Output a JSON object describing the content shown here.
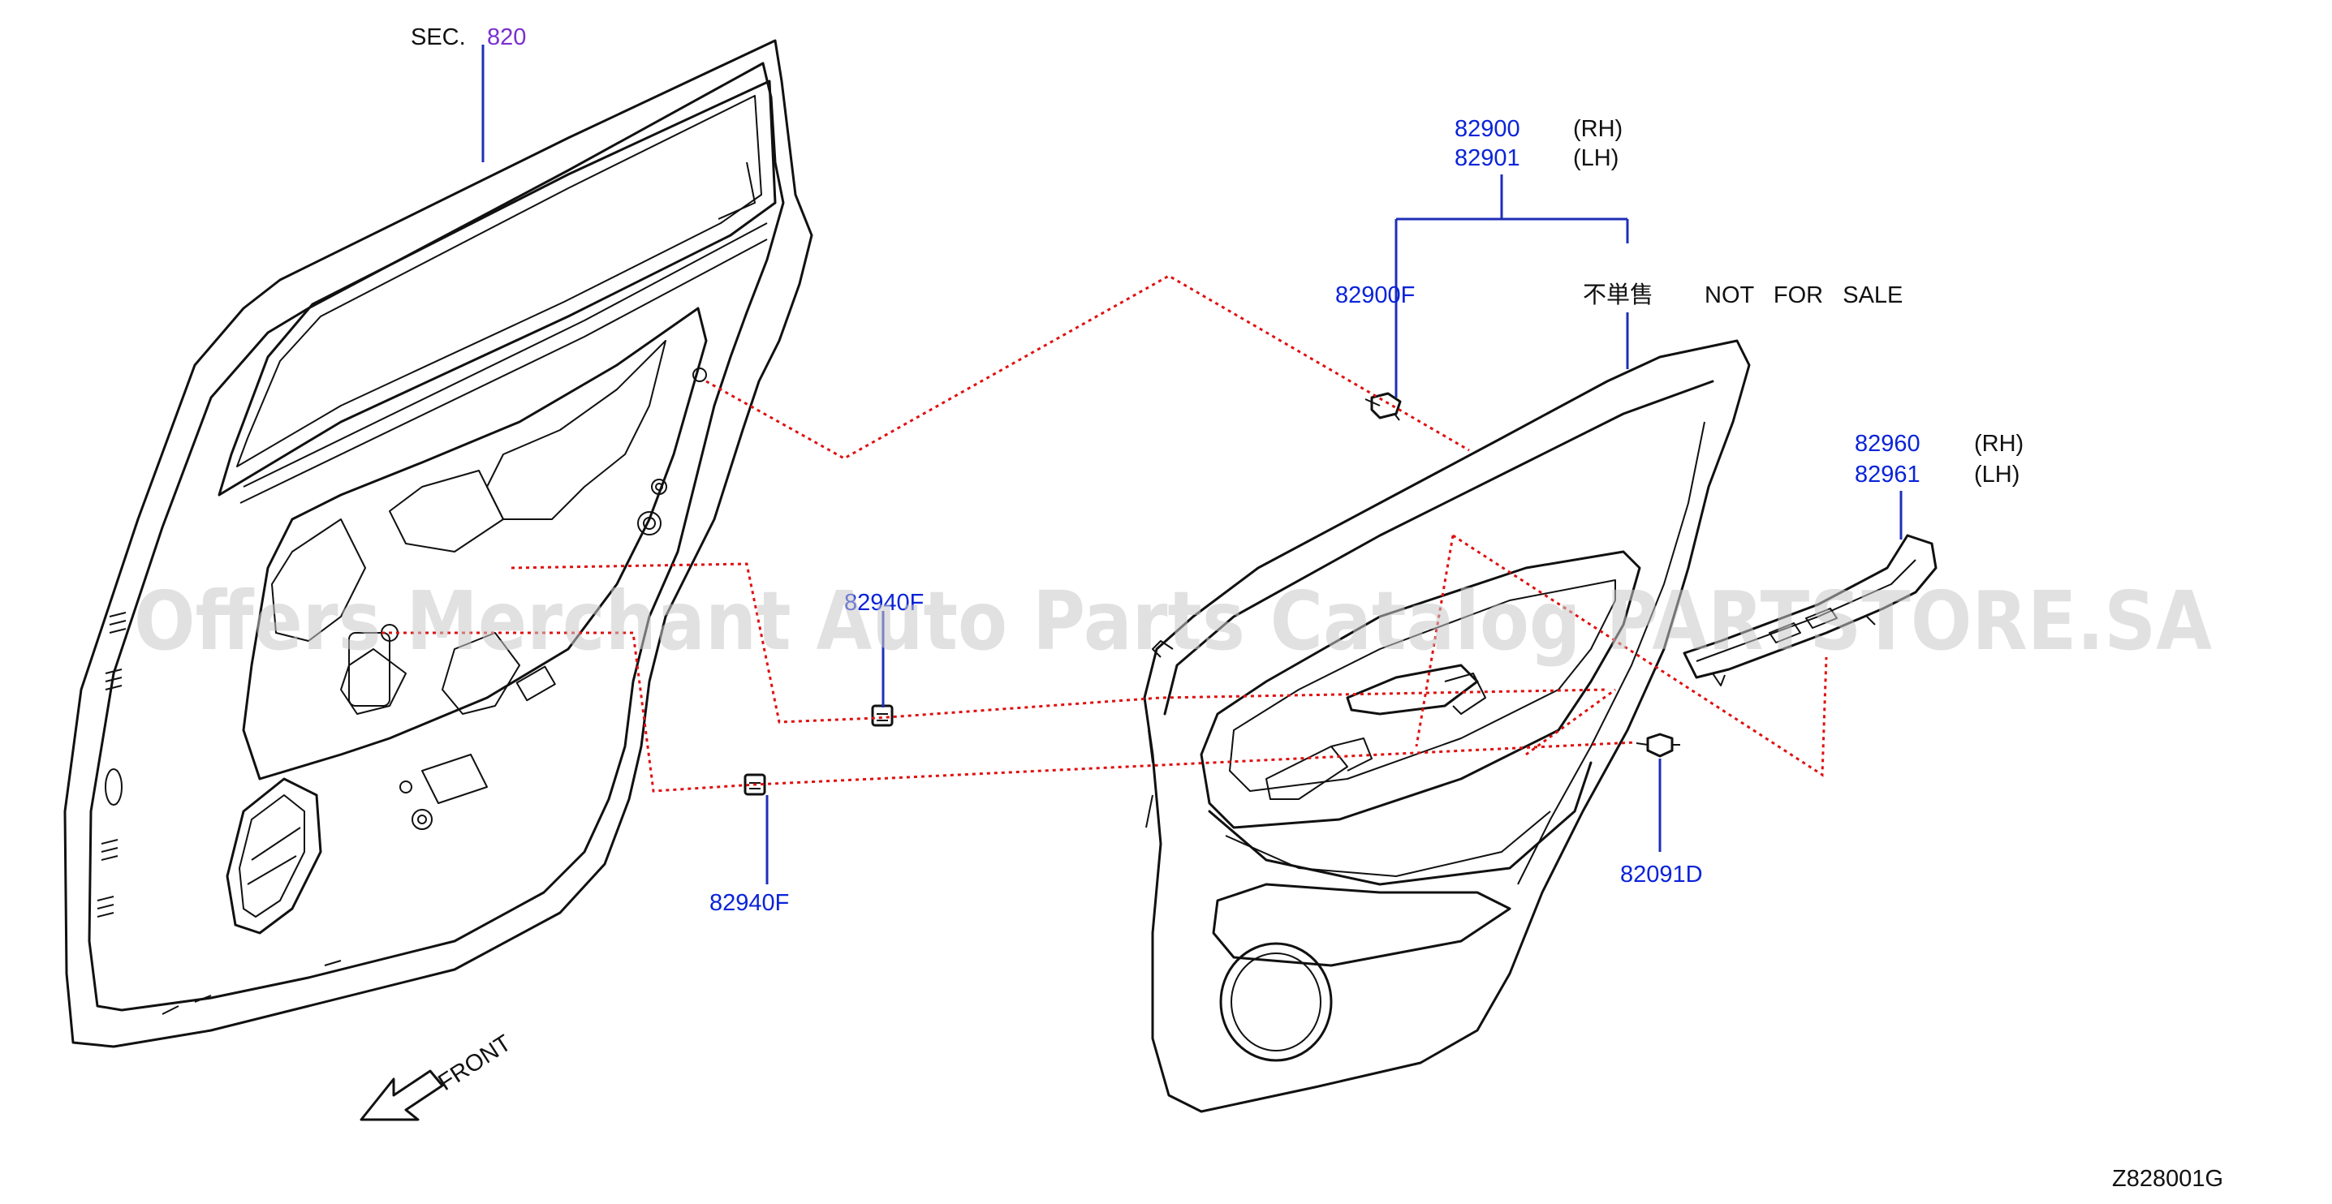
{
  "section_ref": {
    "prefix": "SEC.",
    "number": "820"
  },
  "parts": {
    "trim_rh": "82900",
    "trim_lh": "82901",
    "rh": "(RH)",
    "lh": "(LH)",
    "clip_trim": "82900F",
    "not_for_sale_cn": "不単售",
    "not_for_sale": "NOT   FOR   SALE",
    "finisher_rh": "82960",
    "finisher_lh": "82961",
    "clip_upper": "82940F",
    "clip_lower": "82940F",
    "screw": "82091D"
  },
  "front_label": "FRONT",
  "diagram_code": "Z828001G",
  "watermark": "Offers Merchant Auto Parts Catalog PARTSTORE.SA",
  "colors": {
    "part_number": "#0a23d9",
    "section_number": "#7a2fd0",
    "dotted_line": "#e01010",
    "outline": "#111111",
    "watermark": "#c8c8c8"
  }
}
